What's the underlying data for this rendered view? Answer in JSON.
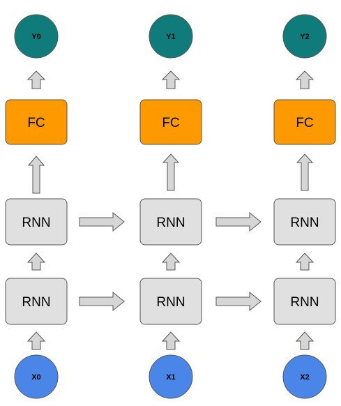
{
  "columns": [
    {
      "input": "X0",
      "cell_lower": "RNN",
      "cell_upper": "RNN",
      "fc": "FC",
      "output": "Y0"
    },
    {
      "input": "X1",
      "cell_lower": "RNN",
      "cell_upper": "RNN",
      "fc": "FC",
      "output": "Y1"
    },
    {
      "input": "X2",
      "cell_lower": "RNN",
      "cell_upper": "RNN",
      "fc": "FC",
      "output": "Y2"
    }
  ],
  "colors": {
    "output_node": "#0f7b7b",
    "input_node": "#4a86e8",
    "fc_box": "#ff9900",
    "rnn_box": "#e0e0e0",
    "arrow_fill": "#d6d6d6",
    "stroke": "#555555"
  }
}
